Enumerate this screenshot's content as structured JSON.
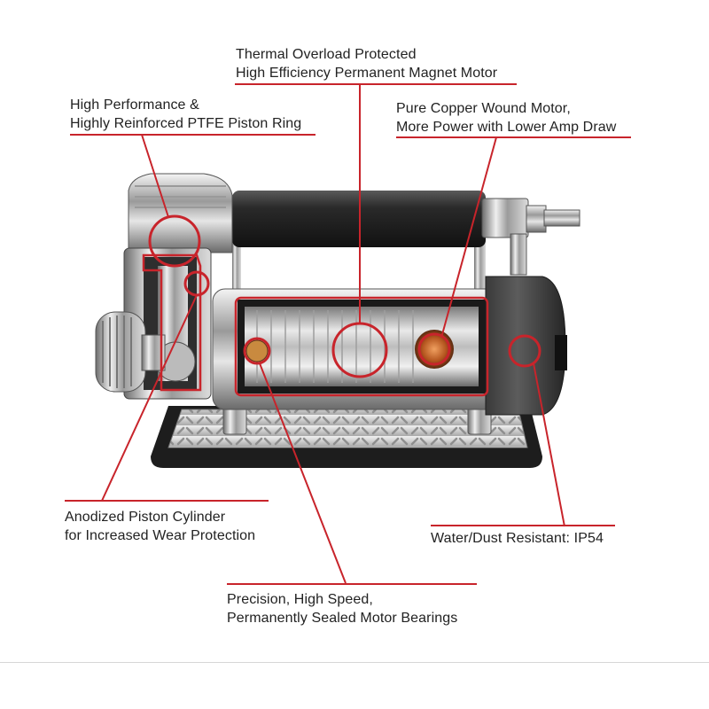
{
  "accent_color": "#c8242b",
  "image": {
    "subject": "portable air compressor",
    "background": "#ffffff"
  },
  "callouts": [
    {
      "id": "thermal",
      "lines": [
        "Thermal Overload Protected",
        "High Efficiency Permanent Magnet Motor"
      ]
    },
    {
      "id": "piston-ring",
      "lines": [
        "High Performance &",
        "Highly Reinforced PTFE Piston Ring"
      ]
    },
    {
      "id": "copper",
      "lines": [
        "Pure Copper Wound Motor,",
        "More Power with Lower Amp Draw"
      ]
    },
    {
      "id": "cylinder",
      "lines": [
        "Anodized Piston Cylinder",
        "for Increased Wear Protection"
      ]
    },
    {
      "id": "ip54",
      "lines": [
        "Water/Dust Resistant: IP54"
      ]
    },
    {
      "id": "bearings",
      "lines": [
        "Precision, High Speed,",
        "Permanently Sealed Motor Bearings"
      ]
    }
  ]
}
